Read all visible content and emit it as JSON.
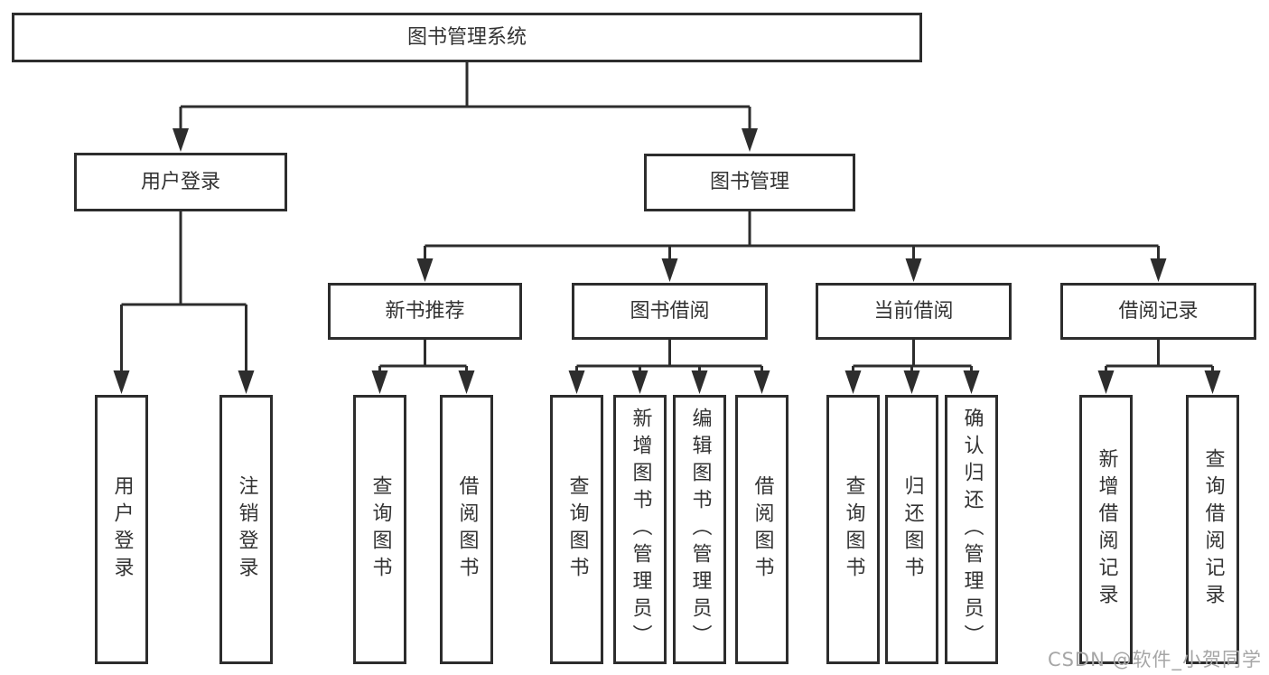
{
  "diagram": {
    "type": "hierarchy-tree",
    "colors": {
      "line": "#2d2d2d",
      "text": "#333333",
      "background": "#ffffff",
      "watermark": "#a6a6a6"
    },
    "nodes": {
      "root": {
        "label": "图书管理系统"
      },
      "user_login": {
        "label": "用户登录"
      },
      "book_mgmt": {
        "label": "图书管理"
      },
      "new_books": {
        "label": "新书推荐"
      },
      "book_borrow": {
        "label": "图书借阅"
      },
      "current_borrow": {
        "label": "当前借阅"
      },
      "borrow_records": {
        "label": "借阅记录"
      },
      "ul_login": {
        "label": "用户登录"
      },
      "ul_logout": {
        "label": "注销登录"
      },
      "nb_query": {
        "label": "查询图书"
      },
      "nb_borrow": {
        "label": "借阅图书"
      },
      "bb_query": {
        "label": "查询图书"
      },
      "bb_add": {
        "label": "新增图书（管理员）"
      },
      "bb_edit": {
        "label": "编辑图书（管理员）"
      },
      "bb_borrow": {
        "label": "借阅图书"
      },
      "cb_query": {
        "label": "查询图书"
      },
      "cb_return": {
        "label": "归还图书"
      },
      "cb_confirm": {
        "label": "确认归还（管理员）"
      },
      "br_add": {
        "label": "新增借阅记录"
      },
      "br_query": {
        "label": "查询借阅记录"
      }
    },
    "hierarchy": {
      "图书管理系统": {
        "用户登录": [
          "用户登录",
          "注销登录"
        ],
        "图书管理": {
          "新书推荐": [
            "查询图书",
            "借阅图书"
          ],
          "图书借阅": [
            "查询图书",
            "新增图书（管理员）",
            "编辑图书（管理员）",
            "借阅图书"
          ],
          "当前借阅": [
            "查询图书",
            "归还图书",
            "确认归还（管理员）"
          ],
          "借阅记录": [
            "新增借阅记录",
            "查询借阅记录"
          ]
        }
      }
    }
  },
  "watermark": {
    "text": "CSDN @软件_小贺同学"
  }
}
